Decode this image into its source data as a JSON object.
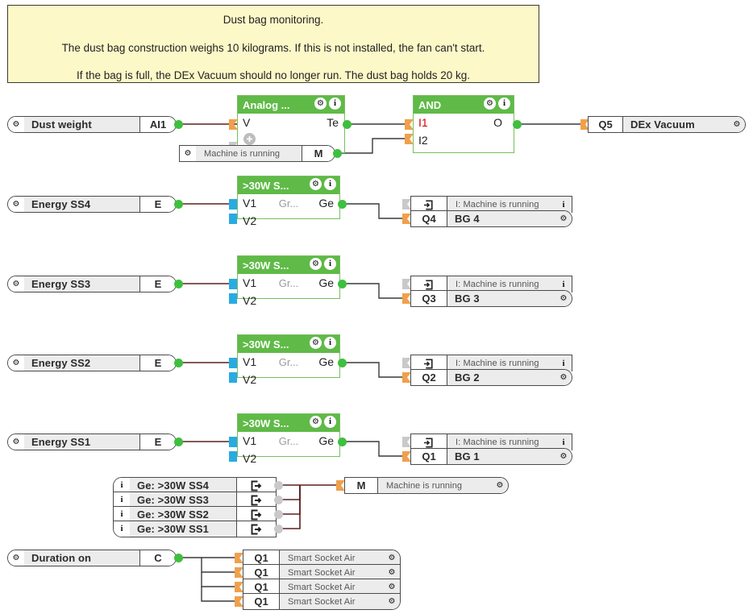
{
  "note": {
    "title": "Dust bag monitoring.",
    "line2": "The dust bag construction weighs 10 kilograms. If this is not installed, the fan can't start.",
    "line3": "If the bag is full, the DEx Vacuum should no longer run. The dust bag holds 20 kg."
  },
  "colors": {
    "block_header_green": "#5fba47",
    "block_border_green": "#76bf5e",
    "connector_orange": "#f0a04b",
    "connector_blue": "#29abe2",
    "connector_green": "#3fbf3f",
    "connector_grey": "#c9c9c9",
    "wire": "#5a2020",
    "wire_dark": "#3a3a3a",
    "note_bg": "#fdf8c8",
    "negated_input": "#d00000"
  },
  "rows": [
    {
      "input": {
        "name": "Dust weight",
        "tag": "AI1",
        "icon": "gear-icon"
      },
      "block": {
        "title": "Analog ...",
        "inputs": [
          "V"
        ],
        "output": "Te",
        "icons": [
          "gear-icon",
          "info-icon"
        ],
        "extra_icon": "plus-icon"
      },
      "aux": {
        "name": "Machine is running",
        "tag": "M",
        "icon": "gear-icon"
      },
      "logic": {
        "title": "AND",
        "inputs": [
          "I1",
          "I2"
        ],
        "negated_inputs": [
          "I1"
        ],
        "output": "O",
        "icons": [
          "gear-icon",
          "info-icon"
        ]
      },
      "output": {
        "tag": "Q5",
        "name": "DEx Vacuum",
        "icon": "gear-icon"
      }
    },
    {
      "input": {
        "name": "Energy SS4",
        "tag": "E",
        "icon": "gear-icon"
      },
      "block": {
        "title": ">30W  S...",
        "inputs": [
          "V1",
          "V2"
        ],
        "middle": "Gr...",
        "output": "Ge",
        "icons": [
          "gear-icon",
          "info-icon"
        ]
      },
      "output_top": {
        "icon": "import-icon",
        "name": "I: Machine is running",
        "trailing_icon": "info-icon"
      },
      "output_bottom": {
        "tag": "Q4",
        "name": "BG 4",
        "trailing_icon": "gear-icon"
      }
    },
    {
      "input": {
        "name": "Energy SS3",
        "tag": "E",
        "icon": "gear-icon"
      },
      "block": {
        "title": ">30W  S...",
        "inputs": [
          "V1",
          "V2"
        ],
        "middle": "Gr...",
        "output": "Ge",
        "icons": [
          "gear-icon",
          "info-icon"
        ]
      },
      "output_top": {
        "icon": "import-icon",
        "name": "I: Machine is running",
        "trailing_icon": "info-icon"
      },
      "output_bottom": {
        "tag": "Q3",
        "name": "BG 3",
        "trailing_icon": "gear-icon"
      }
    },
    {
      "input": {
        "name": "Energy SS2",
        "tag": "E",
        "icon": "gear-icon"
      },
      "block": {
        "title": ">30W  S...",
        "inputs": [
          "V1",
          "V2"
        ],
        "middle": "Gr...",
        "output": "Ge",
        "icons": [
          "gear-icon",
          "info-icon"
        ]
      },
      "output_top": {
        "icon": "import-icon",
        "name": "I: Machine is running",
        "trailing_icon": "info-icon"
      },
      "output_bottom": {
        "tag": "Q2",
        "name": "BG 2",
        "trailing_icon": "gear-icon"
      }
    },
    {
      "input": {
        "name": "Energy SS1",
        "tag": "E",
        "icon": "gear-icon"
      },
      "block": {
        "title": ">30W  S...",
        "inputs": [
          "V1",
          "V2"
        ],
        "middle": "Gr...",
        "output": "Ge",
        "icons": [
          "gear-icon",
          "info-icon"
        ]
      },
      "output_top": {
        "icon": "import-icon",
        "name": "I: Machine is running",
        "trailing_icon": "info-icon"
      },
      "output_bottom": {
        "tag": "Q1",
        "name": "BG 1",
        "trailing_icon": "gear-icon"
      }
    }
  ],
  "ge_group": {
    "items": [
      {
        "icon": "info-icon",
        "name": "Ge: >30W SS4",
        "tag_icon": "export-icon"
      },
      {
        "icon": "info-icon",
        "name": "Ge: >30W SS3",
        "tag_icon": "export-icon"
      },
      {
        "icon": "info-icon",
        "name": "Ge: >30W SS2",
        "tag_icon": "export-icon"
      },
      {
        "icon": "info-icon",
        "name": "Ge: >30W SS1",
        "tag_icon": "export-icon"
      }
    ],
    "target": {
      "tag": "M",
      "name": "Machine is running",
      "trailing_icon": "gear-icon"
    }
  },
  "duration": {
    "input": {
      "name": "Duration on",
      "tag": "C",
      "icon": "gear-icon"
    },
    "outputs": [
      {
        "tag": "Q1",
        "name": "Smart Socket Air",
        "trailing_icon": "gear-icon"
      },
      {
        "tag": "Q1",
        "name": "Smart Socket Air",
        "trailing_icon": "gear-icon"
      },
      {
        "tag": "Q1",
        "name": "Smart Socket Air",
        "trailing_icon": "gear-icon"
      },
      {
        "tag": "Q1",
        "name": "Smart Socket Air",
        "trailing_icon": "gear-icon"
      }
    ]
  }
}
